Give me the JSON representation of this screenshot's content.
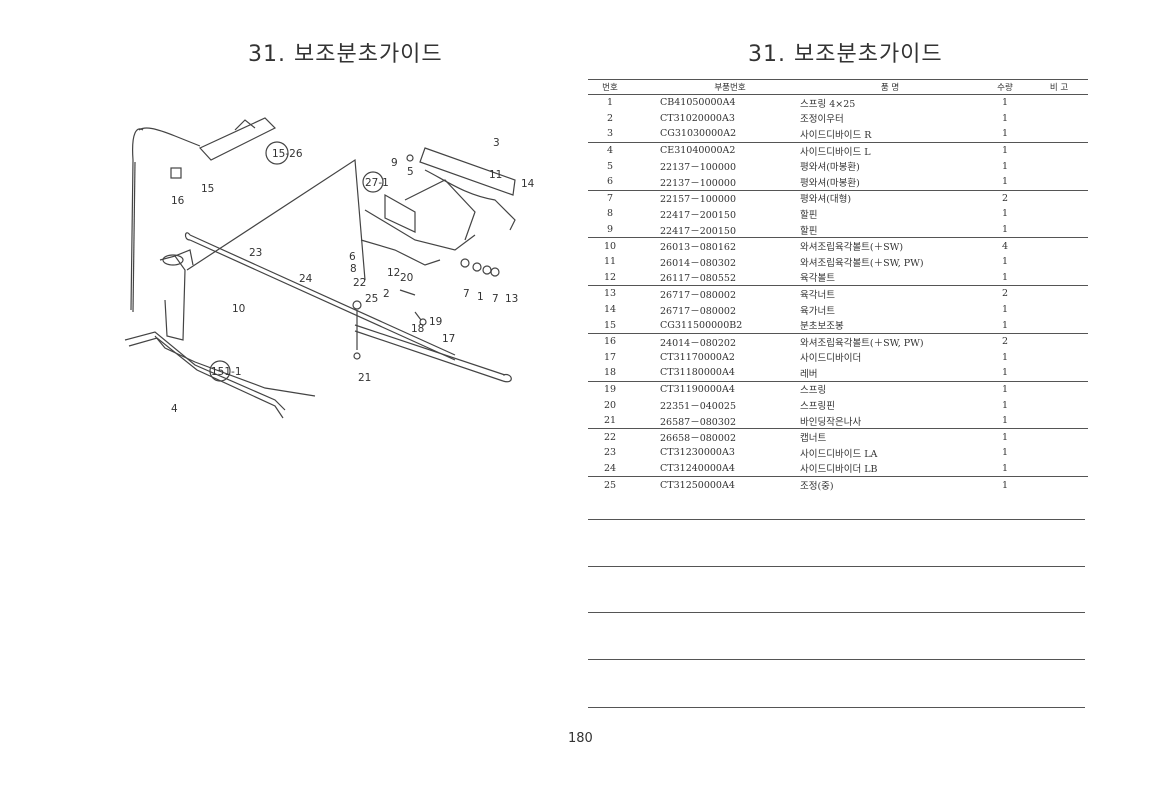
{
  "page": {
    "title_left": "31. 보조분초가이드",
    "title_right": "31. 보조분초가이드",
    "page_number": "180"
  },
  "diagram": {
    "callouts": [
      "15-26",
      "15",
      "16",
      "23",
      "24",
      "10",
      "151-1",
      "4",
      "27-1",
      "9",
      "5",
      "3",
      "11",
      "14",
      "6",
      "8",
      "12",
      "20",
      "22",
      "25",
      "2",
      "7",
      "1",
      "7",
      "13",
      "19",
      "18",
      "17",
      "21"
    ]
  },
  "table": {
    "headers": {
      "no": "번호",
      "part_no": "부품번호",
      "name": "품 명",
      "qty": "수량",
      "remark": "비 고"
    },
    "rows": [
      {
        "no": "1",
        "part_no": "CB41050000A4",
        "name": "스프링 4×25",
        "qty": "1"
      },
      {
        "no": "2",
        "part_no": "CT31020000A3",
        "name": "조정이우터",
        "qty": "1"
      },
      {
        "no": "3",
        "part_no": "CG31030000A2",
        "name": "사이드디바이드 R",
        "qty": "1"
      },
      {
        "no": "4",
        "part_no": "CE31040000A2",
        "name": "사이드디바이드 L",
        "qty": "1"
      },
      {
        "no": "5",
        "part_no": "22137－100000",
        "name": "평와셔(마봉환)",
        "qty": "1"
      },
      {
        "no": "6",
        "part_no": "22137－100000",
        "name": "평와셔(마봉환)",
        "qty": "1"
      },
      {
        "no": "7",
        "part_no": "22157－100000",
        "name": "평와셔(대형)",
        "qty": "2"
      },
      {
        "no": "8",
        "part_no": "22417－200150",
        "name": "할핀",
        "qty": "1"
      },
      {
        "no": "9",
        "part_no": "22417－200150",
        "name": "할핀",
        "qty": "1"
      },
      {
        "no": "10",
        "part_no": "26013－080162",
        "name": "와셔조립육각볼트(＋SW)",
        "qty": "4"
      },
      {
        "no": "11",
        "part_no": "26014－080302",
        "name": "와셔조립육각볼트(＋SW, PW)",
        "qty": "1"
      },
      {
        "no": "12",
        "part_no": "26117－080552",
        "name": "육각볼트",
        "qty": "1"
      },
      {
        "no": "13",
        "part_no": "26717－080002",
        "name": "육각너트",
        "qty": "2"
      },
      {
        "no": "14",
        "part_no": "26717－080002",
        "name": "육가너트",
        "qty": "1"
      },
      {
        "no": "15",
        "part_no": "CG311500000B2",
        "name": "분초보조봉",
        "qty": "1"
      },
      {
        "no": "16",
        "part_no": "24014－080202",
        "name": "와셔조립육각볼트(＋SW, PW)",
        "qty": "2"
      },
      {
        "no": "17",
        "part_no": "CT31170000A2",
        "name": "사이드디바이더",
        "qty": "1"
      },
      {
        "no": "18",
        "part_no": "CT31180000A4",
        "name": "레버",
        "qty": "1"
      },
      {
        "no": "19",
        "part_no": "CT31190000A4",
        "name": "스프링",
        "qty": "1"
      },
      {
        "no": "20",
        "part_no": "22351－040025",
        "name": "스프링핀",
        "qty": "1"
      },
      {
        "no": "21",
        "part_no": "26587－080302",
        "name": "바인딩작은나사",
        "qty": "1"
      },
      {
        "no": "22",
        "part_no": "26658－080002",
        "name": "캡너트",
        "qty": "1"
      },
      {
        "no": "23",
        "part_no": "CT31230000A3",
        "name": "사이드디바이드 LA",
        "qty": "1"
      },
      {
        "no": "24",
        "part_no": "CT31240000A4",
        "name": "사이드디바이더 LB",
        "qty": "1"
      },
      {
        "no": "25",
        "part_no": "CT31250000A4",
        "name": "조정(중)",
        "qty": "1"
      }
    ]
  }
}
